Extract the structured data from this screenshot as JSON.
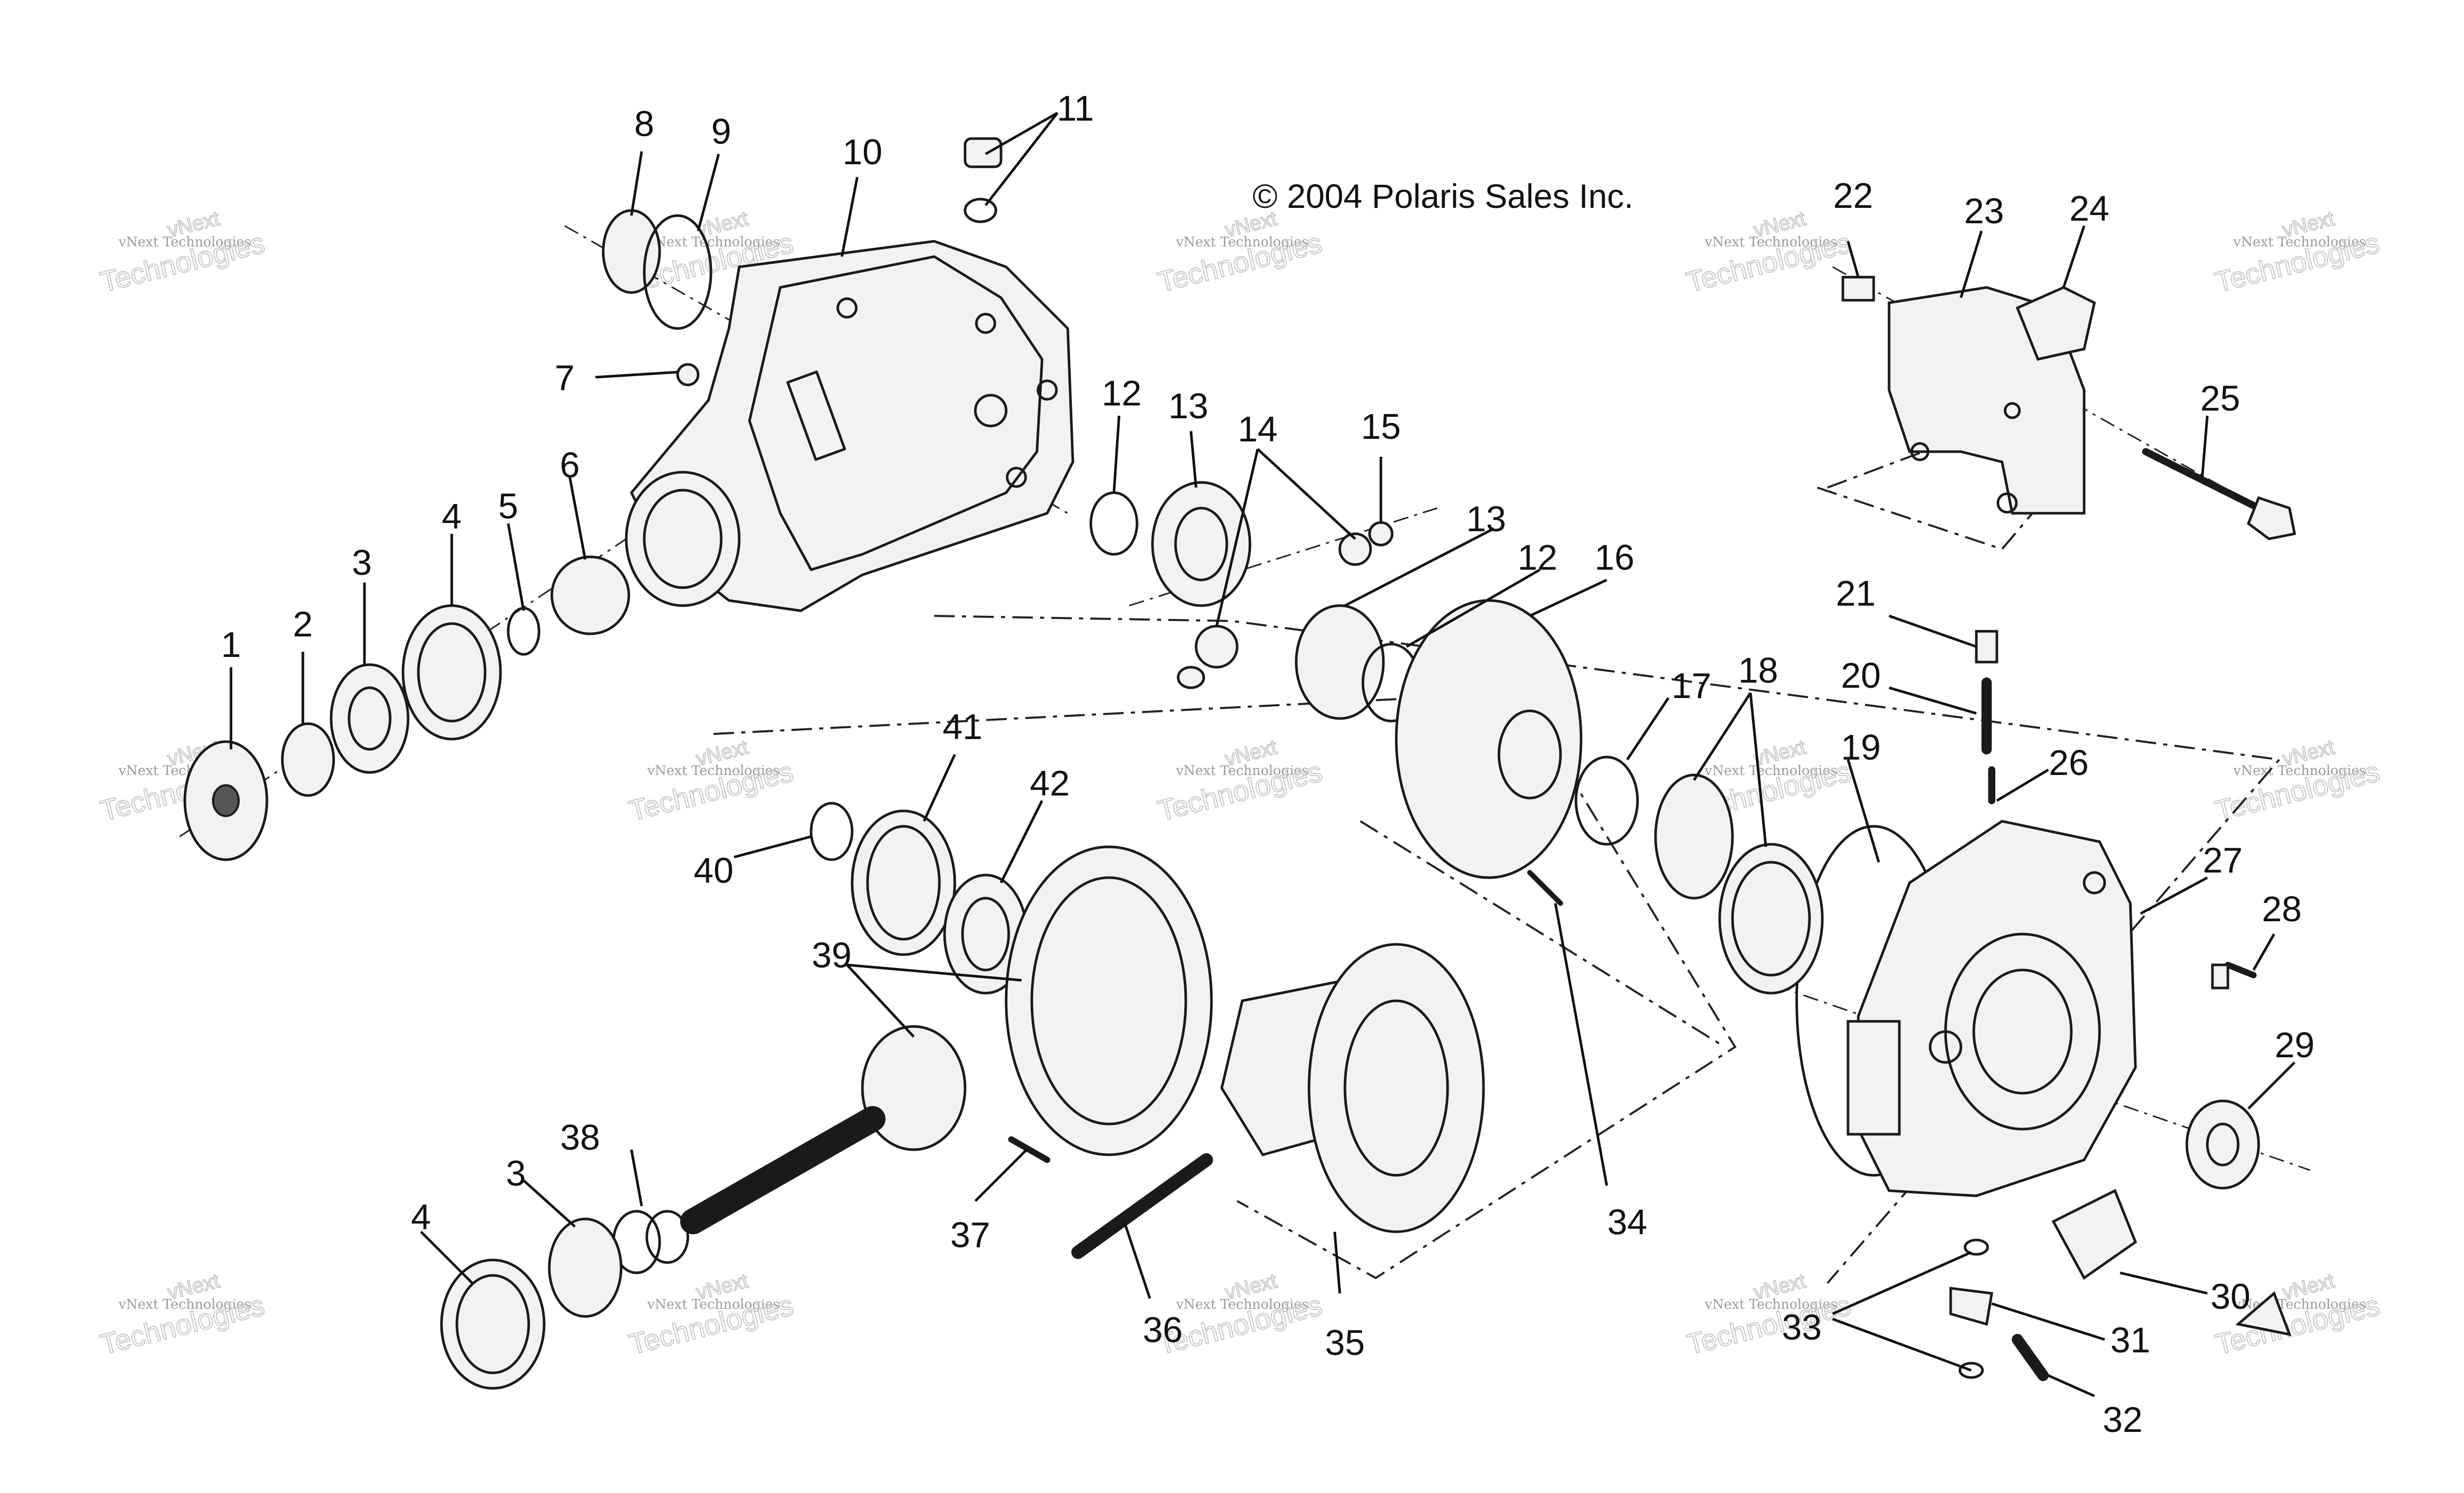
{
  "copyright": "© 2004 Polaris Sales Inc.",
  "watermark": {
    "line1": "vNext Technologies",
    "line2": "Technologies",
    "logo_word": "vNext"
  },
  "callouts": [
    "1",
    "2",
    "3",
    "4",
    "5",
    "6",
    "7",
    "8",
    "9",
    "10",
    "11",
    "12",
    "13",
    "14",
    "15",
    "13",
    "12",
    "16",
    "17",
    "18",
    "19",
    "20",
    "21",
    "22",
    "23",
    "24",
    "25",
    "26",
    "27",
    "28",
    "29",
    "30",
    "31",
    "32",
    "33",
    "34",
    "35",
    "36",
    "37",
    "38",
    "3",
    "4",
    "39",
    "40",
    "41",
    "42"
  ],
  "colors": {
    "ink": "#1a1a1a",
    "watermark": "#9a9a9a",
    "background": "#ffffff"
  }
}
